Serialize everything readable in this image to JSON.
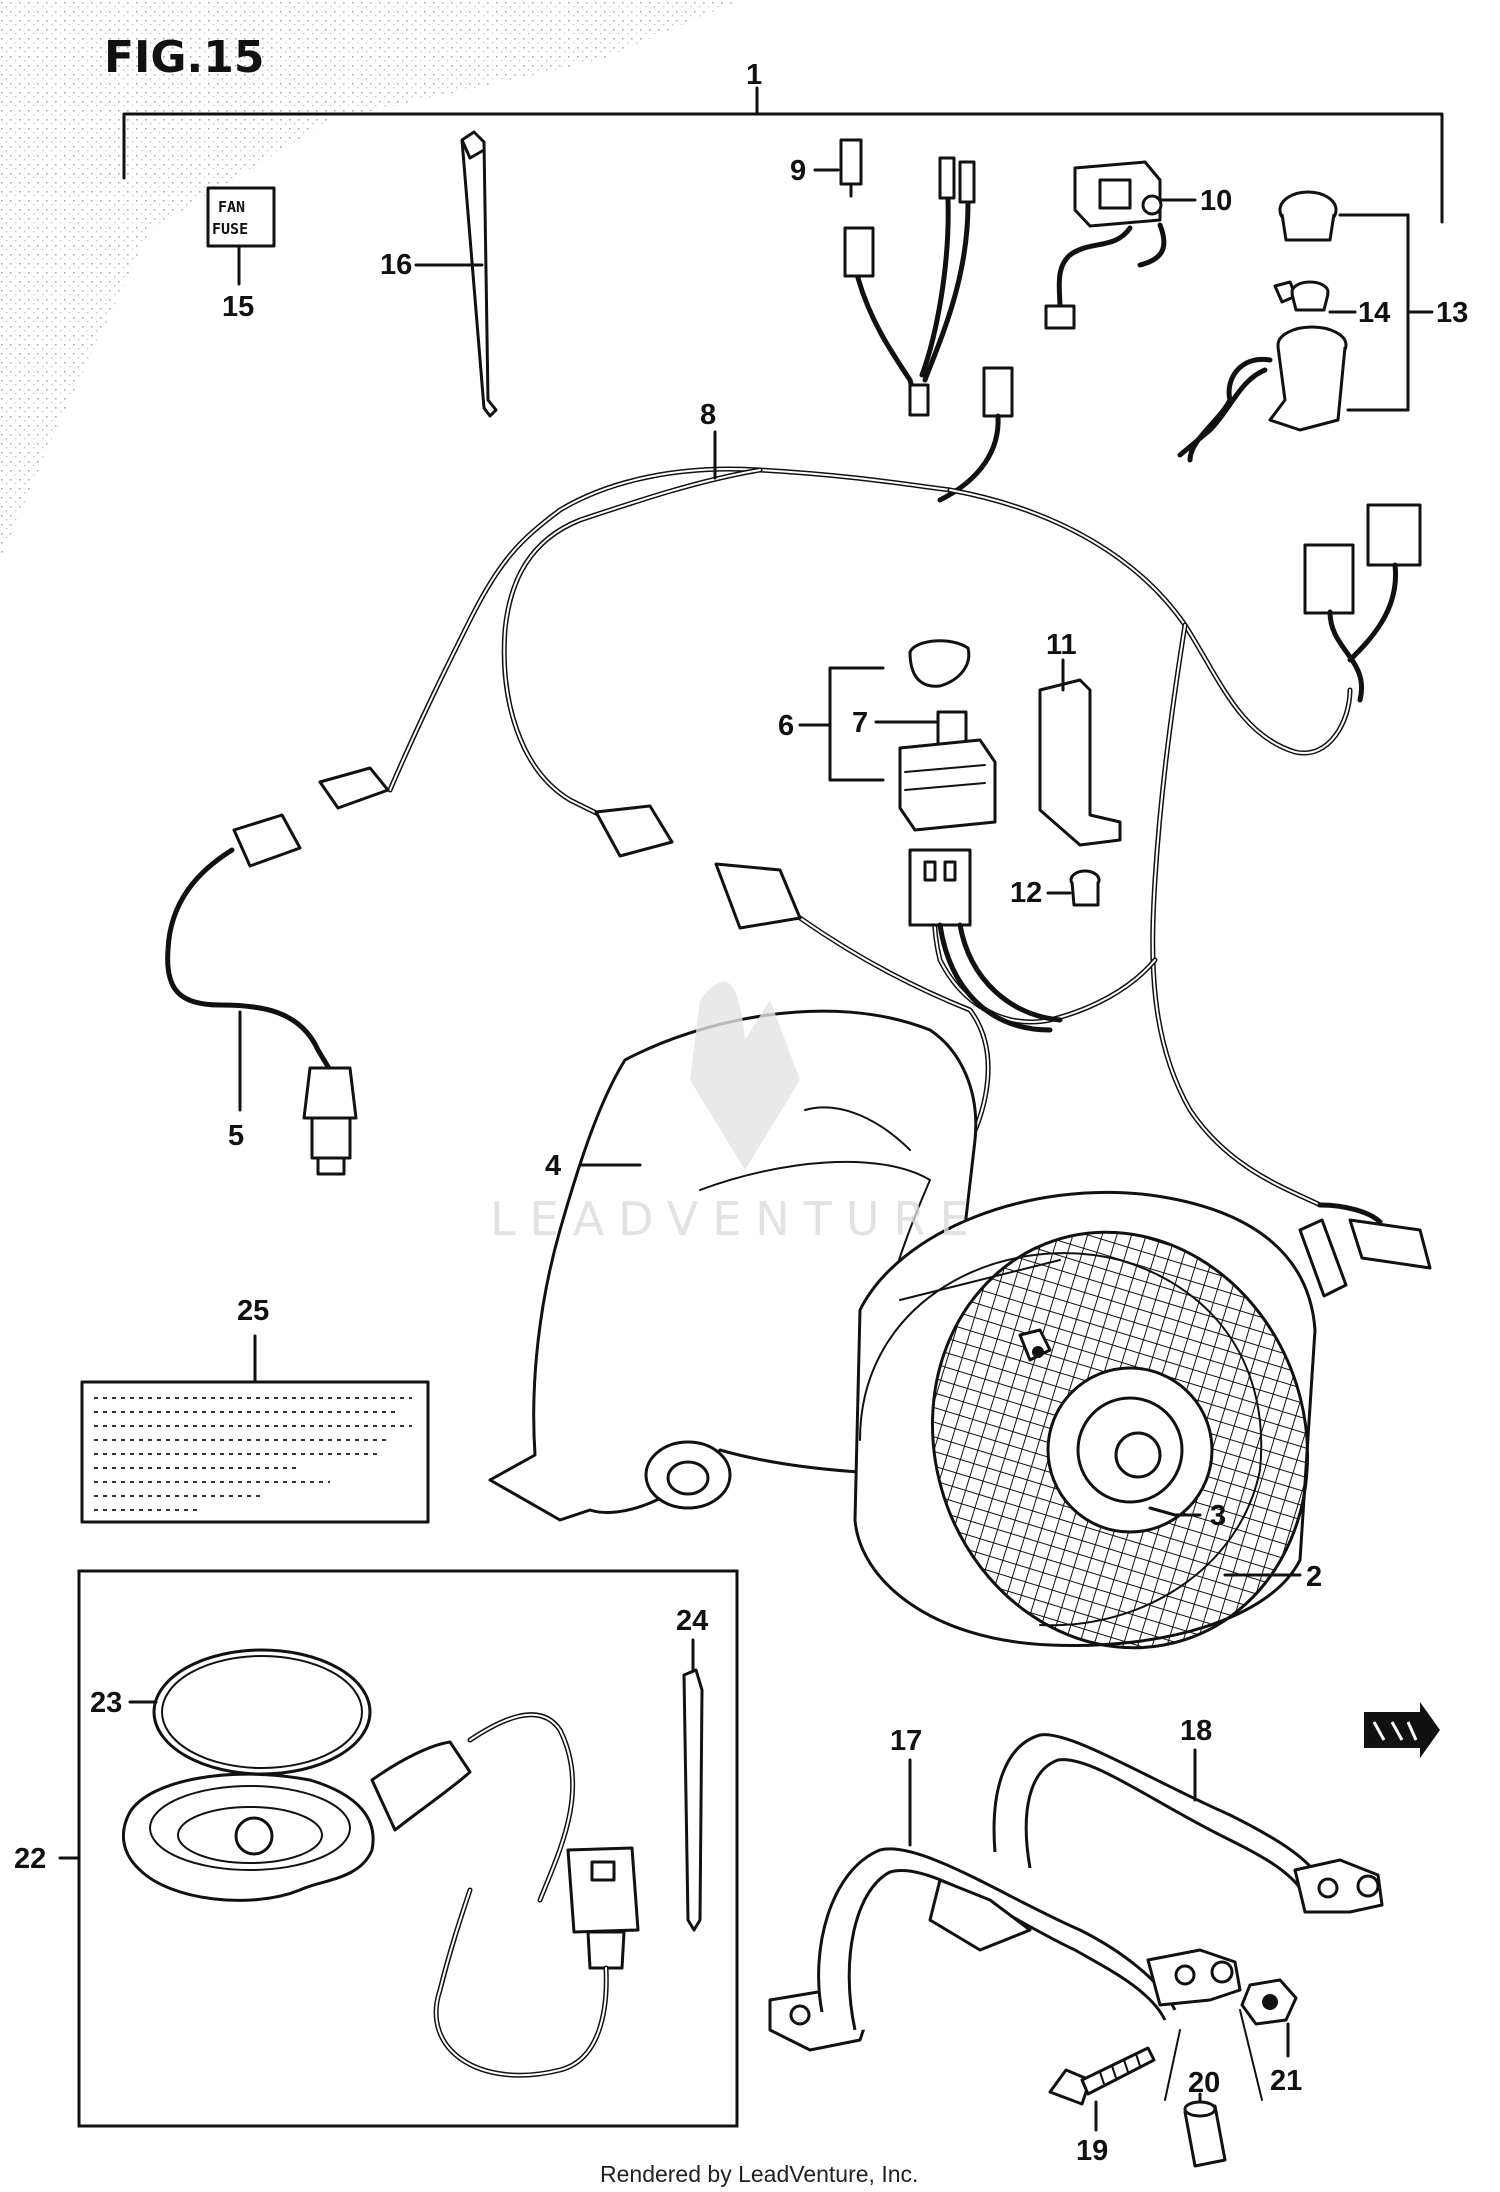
{
  "figure": {
    "title": "FIG.15"
  },
  "fuse_label": {
    "line1": "FAN",
    "line2": "FUSE"
  },
  "watermark": {
    "text": "LEADVENTURE"
  },
  "footer": {
    "text": "Rendered by LeadVenture, Inc."
  },
  "callouts": {
    "c1": "1",
    "c2": "2",
    "c3": "3",
    "c4": "4",
    "c5": "5",
    "c6": "6",
    "c7": "7",
    "c8": "8",
    "c9": "9",
    "c10": "10",
    "c11": "11",
    "c12": "12",
    "c13": "13",
    "c14": "14",
    "c15": "15",
    "c16": "16",
    "c17": "17",
    "c18": "18",
    "c19": "19",
    "c20": "20",
    "c21": "21",
    "c22": "22",
    "c23": "23",
    "c24": "24",
    "c25": "25"
  },
  "colors": {
    "line": "#111111",
    "background": "#ffffff",
    "watermark": "#dcdcdc"
  }
}
